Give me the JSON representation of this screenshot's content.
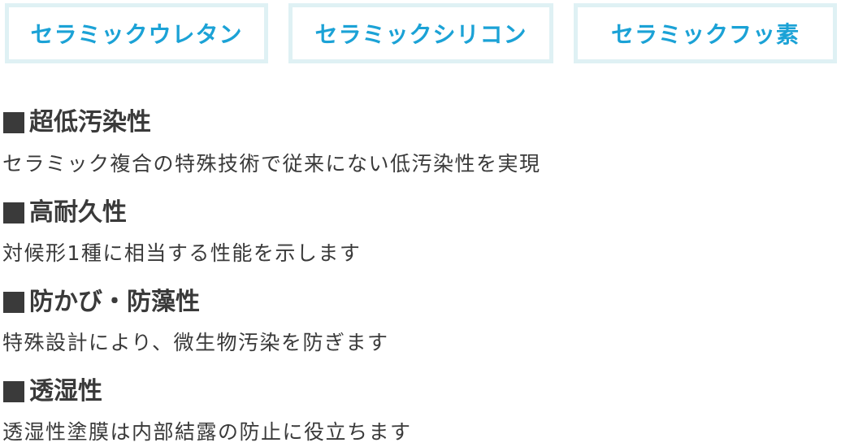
{
  "tabs": [
    {
      "label": "セラミックウレタン"
    },
    {
      "label": "セラミックシリコン"
    },
    {
      "label": "セラミックフッ素"
    }
  ],
  "colors": {
    "tab_text": "#1ba2d6",
    "tab_border": "#dff1f4",
    "body_text": "#3a3a3a"
  },
  "features": [
    {
      "icon": "square-bullet-icon",
      "title": "超低汚染性",
      "description": "セラミック複合の特殊技術で従来にない低汚染性を実現"
    },
    {
      "icon": "square-bullet-icon",
      "title": "高耐久性",
      "description": "対候形1種に相当する性能を示します"
    },
    {
      "icon": "square-bullet-icon",
      "title": "防かび・防藻性",
      "description": "特殊設計により、微生物汚染を防ぎます"
    },
    {
      "icon": "square-bullet-icon",
      "title": "透湿性",
      "description": "透湿性塗膜は内部結露の防止に役立ちます"
    }
  ]
}
